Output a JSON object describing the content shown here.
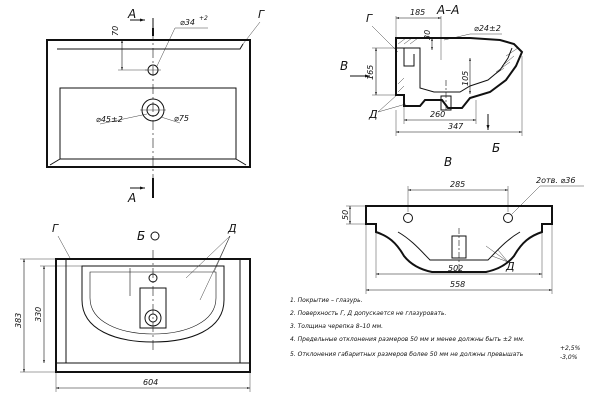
{
  "sections": {
    "cut_mark_top": "А",
    "cut_mark_bottom": "А",
    "section_title": "А–А",
    "view_label_b": "Б",
    "view_label_b2": "Б",
    "view_label_v": "В",
    "view_label_v2": "В"
  },
  "surfaces": {
    "g_top": "Г",
    "g_section": "Г",
    "g_bottom": "Г",
    "d_section": "Д",
    "d_bottom": "Д",
    "d_back": "Д"
  },
  "dimensions": {
    "top_70": "70",
    "top_hole": "⌀34",
    "top_hole_tol": "+2",
    "top_drain": "⌀45±2",
    "top_drain_outer": "⌀75",
    "sec_185": "185",
    "sec_hole": "⌀24±2",
    "sec_30": "30",
    "sec_165": "165",
    "sec_105": "105",
    "sec_260": "260",
    "sec_347": "347",
    "back_285": "285",
    "back_holes": "2отв. ⌀36",
    "back_50": "50",
    "back_502": "502",
    "back_558": "558",
    "front_383": "383",
    "front_330": "330",
    "front_604": "604"
  },
  "notes": [
    "1. Покрытие – глазурь.",
    "2. Поверхность Г, Д допускается не глазуровать.",
    "3. Толщина черепка 8–10 мм.",
    "4. Предельные отклонения размеров 50 мм и менее должны быть ±2 мм.",
    "5. Отклонения габаритных размеров более 50 мм не должны превышать"
  ],
  "note5_tol_plus": "+2,5%",
  "note5_tol_minus": "-3,0%"
}
